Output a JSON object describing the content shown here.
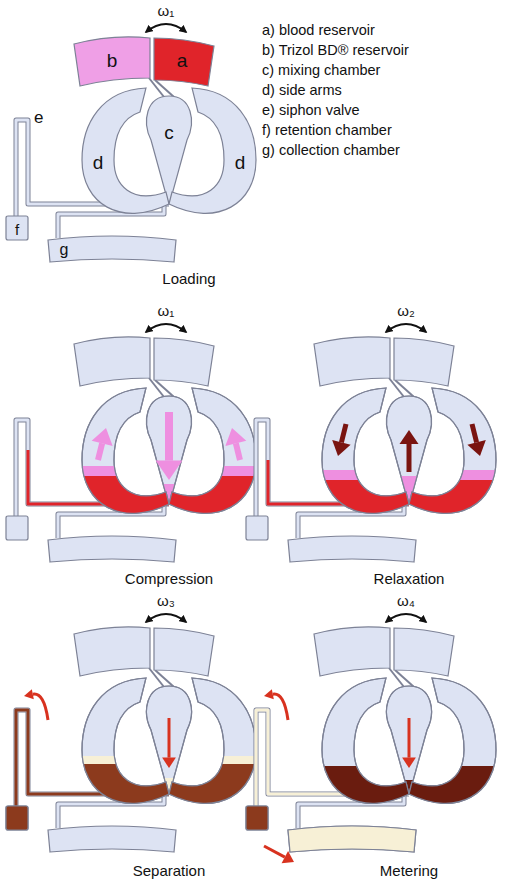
{
  "diagram": {
    "nodes": [
      {
        "text": [
          "b"
        ]
      },
      {
        "text": [
          "a"
        ]
      },
      {
        "text": [
          "c"
        ]
      },
      {
        "text": [
          "d"
        ]
      },
      {
        "text": [
          "d"
        ]
      },
      {
        "text": [
          "f"
        ]
      },
      {
        "text": [
          "g"
        ]
      }
    ],
    "edges": [
      {
        "from": 0,
        "to": 2,
        "arrow": "none"
      },
      {
        "from": 1,
        "to": 2,
        "arrow": "none"
      }
    ],
    "labels": [
      "ω₁",
      "a) blood reservoir",
      "b) Trizol BD® reservoir",
      "c) mixing chamber",
      "d) side arms",
      "e) siphon valve",
      "f) retention chamber",
      "g) collection chamber",
      "e",
      "Loading",
      "ω₁",
      "Compression",
      "ω₂",
      "Relaxation",
      "ω₃",
      "Separation",
      "ω₄",
      "Metering"
    ]
  }
}
